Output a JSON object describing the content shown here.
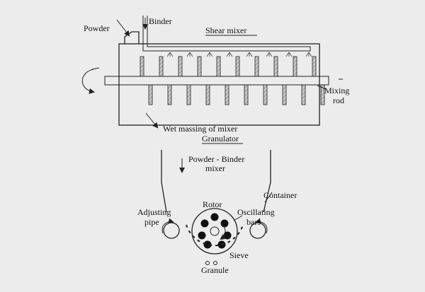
{
  "labels": {
    "powder": "Powder",
    "binder": "Binder",
    "shear_mixer": "Shear mixer",
    "mixing_rod_1": "Mixing",
    "mixing_rod_2": "rod",
    "wet_massing": "Wet massing of mixer",
    "granulator": "Granulator",
    "powder_binder_1": "Powder - Binder",
    "powder_binder_2": "mixer",
    "container": "Container",
    "adjusting_1": "Adjusting",
    "adjusting_2": "pipe",
    "rotor": "Rotor",
    "oscillating_1": "Oscillating",
    "oscillating_2": "bars",
    "sieve": "Sieve",
    "granule": "Granule"
  },
  "colors": {
    "background": "#ececec",
    "ink": "#222222",
    "mixer_fill": "#dcdcdc",
    "rod_fill": "#bdbdbd",
    "rotor_holes": "#111111"
  }
}
